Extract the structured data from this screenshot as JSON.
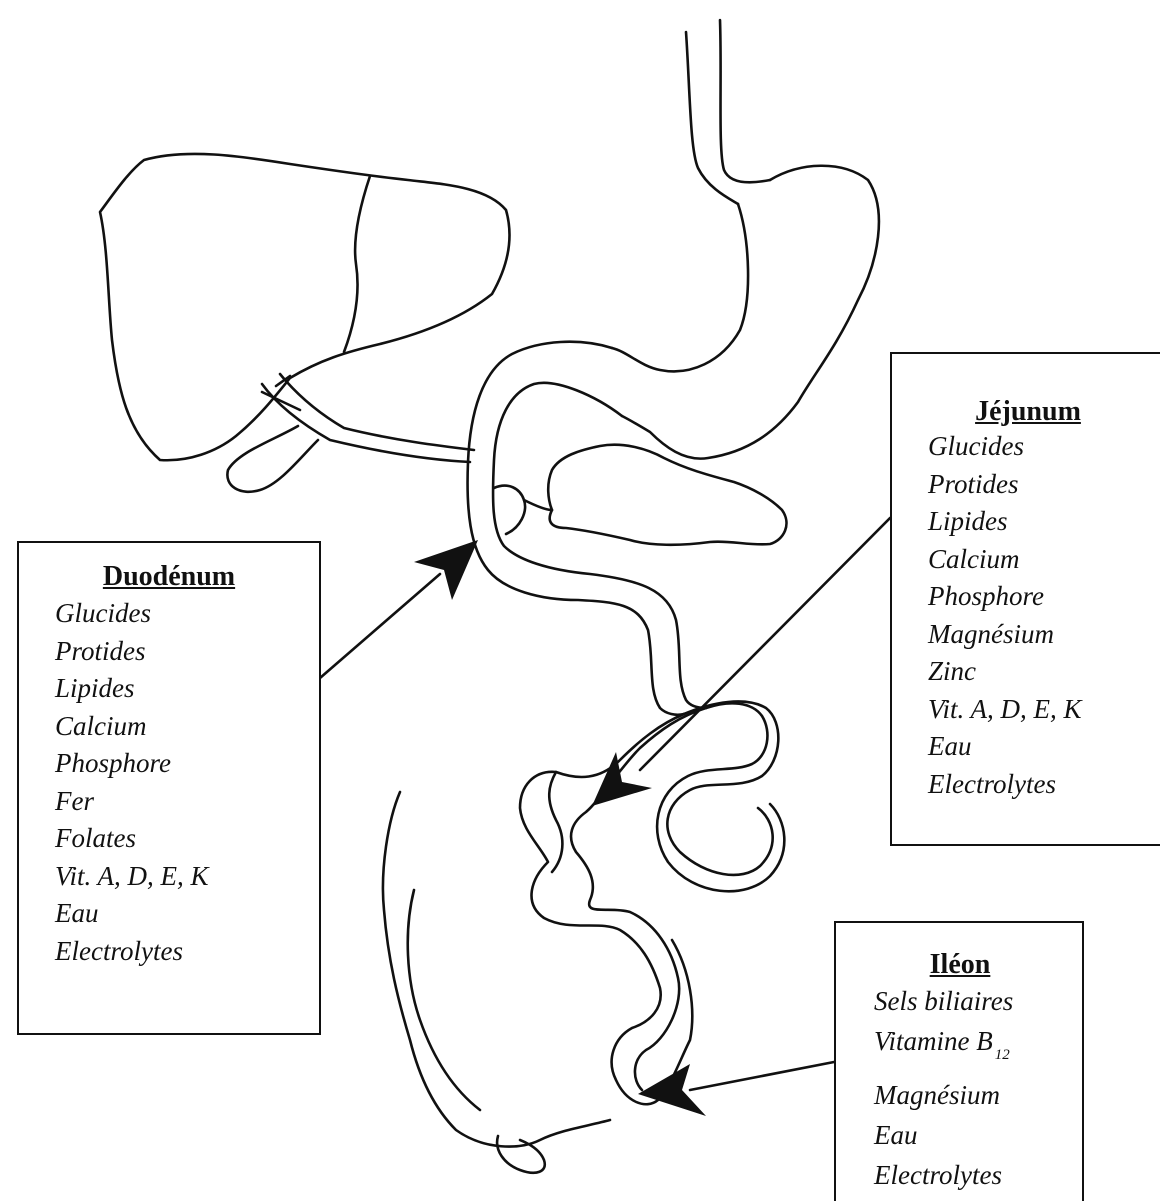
{
  "duodenum": {
    "title": "Duodénum",
    "items": [
      "Glucides",
      "Protides",
      "Lipides",
      "Calcium",
      "Phosphore",
      "Fer",
      "Folates",
      "Vit. A, D, E, K",
      "Eau",
      "Electrolytes"
    ]
  },
  "jejunum": {
    "title": "Jéjunum",
    "items": [
      "Glucides",
      "Protides",
      "Lipides",
      "Calcium",
      "Phosphore",
      "Magnésium",
      "Zinc",
      "Vit. A, D, E, K",
      "Eau",
      "Electrolytes"
    ]
  },
  "ileon": {
    "title": "Iléon",
    "items": [
      "Sels biliaires",
      "Vitamine B",
      "Magnésium",
      "Eau",
      "Electrolytes"
    ],
    "vitamin_subscript": "12"
  }
}
